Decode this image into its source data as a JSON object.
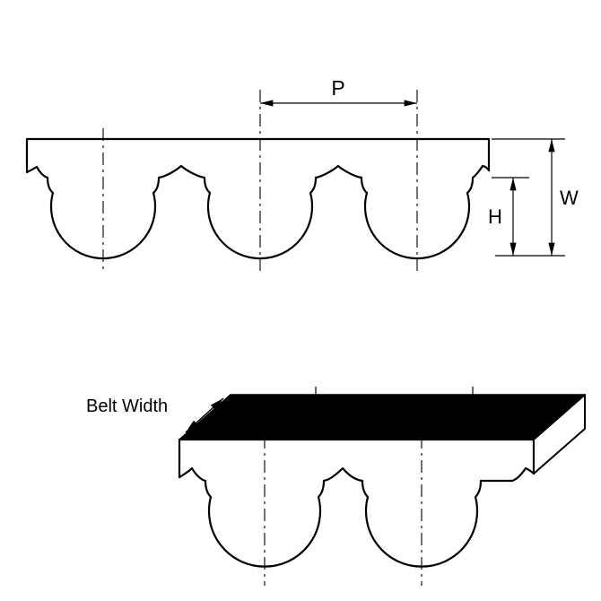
{
  "diagram": {
    "name": "timing-belt-tooth-profile",
    "top_view": {
      "labels": {
        "pitch": "P",
        "belt_thickness": "W",
        "tooth_height": "H"
      }
    },
    "bottom_view": {
      "labels": {
        "belt_width": "Belt Width"
      }
    },
    "colors": {
      "line": "#000000",
      "belt_fill": "#ffffff",
      "top_face_fill": "#000000",
      "end_face_fill": "#ffffff",
      "background": "#ffffff"
    }
  }
}
